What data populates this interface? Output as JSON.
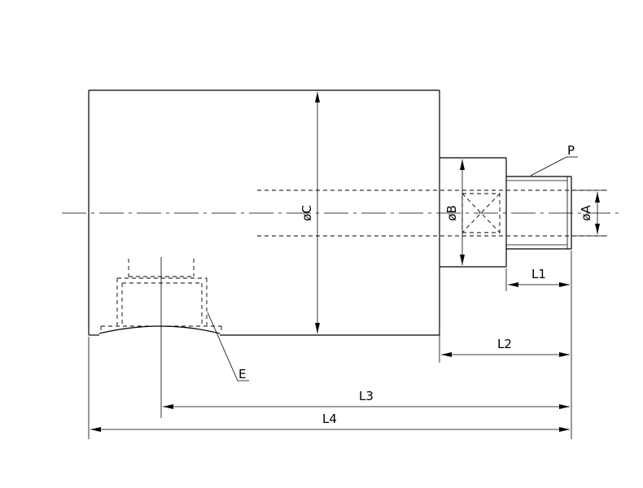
{
  "labels": {
    "dia_a": "øA",
    "dia_b": "øB",
    "dia_c": "øC",
    "l1": "L1",
    "l2": "L2",
    "l3": "L3",
    "l4": "L4",
    "p": "P",
    "e": "E"
  }
}
